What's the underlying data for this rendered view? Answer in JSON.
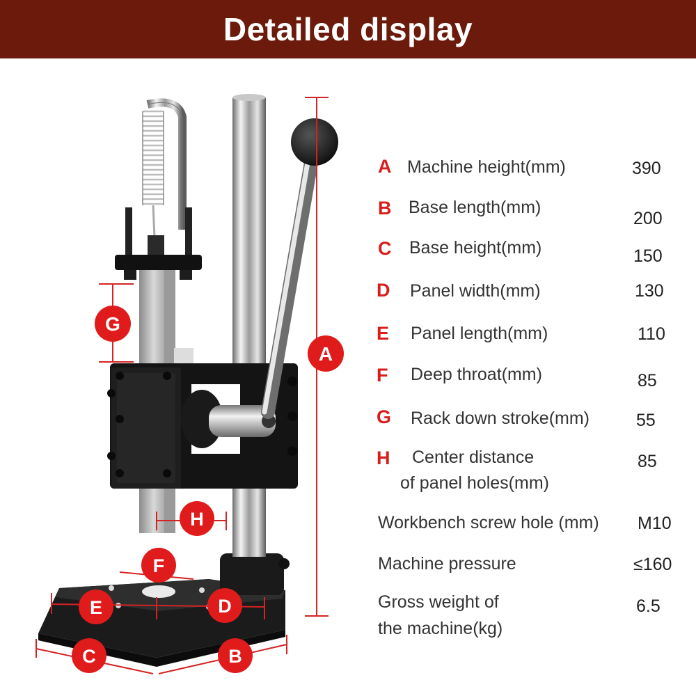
{
  "header": {
    "title": "Detailed display",
    "bg_color": "#6b1a0b"
  },
  "accent_color": "#e01b1b",
  "diagram_labels": {
    "a": "A",
    "b": "B",
    "c": "C",
    "d": "D",
    "e": "E",
    "f": "F",
    "g": "G",
    "h": "H"
  },
  "specs": [
    {
      "letter": "A",
      "label": "Machine height(mm)",
      "value": "390"
    },
    {
      "letter": "B",
      "label": "Base length(mm)",
      "value": "200"
    },
    {
      "letter": "C",
      "label": "Base height(mm)",
      "value": "150"
    },
    {
      "letter": "D",
      "label": "Panel width(mm)",
      "value": "130"
    },
    {
      "letter": "E",
      "label": "Panel length(mm)",
      "value": "110"
    },
    {
      "letter": "F",
      "label": "Deep throat(mm)",
      "value": "85"
    },
    {
      "letter": "G",
      "label": "Rack down stroke(mm)",
      "value": "55"
    },
    {
      "letter": "H",
      "label_line1": "Center distance",
      "label_line2": "of panel holes(mm)",
      "value": "85"
    },
    {
      "letter": "",
      "label": "Workbench screw hole (mm)",
      "value": "M10"
    },
    {
      "letter": "",
      "label": "Machine pressure",
      "value": "≤160"
    },
    {
      "letter": "",
      "label_line1": "Gross weight of",
      "label_line2": "the machine(kg)",
      "value": "6.5"
    }
  ]
}
